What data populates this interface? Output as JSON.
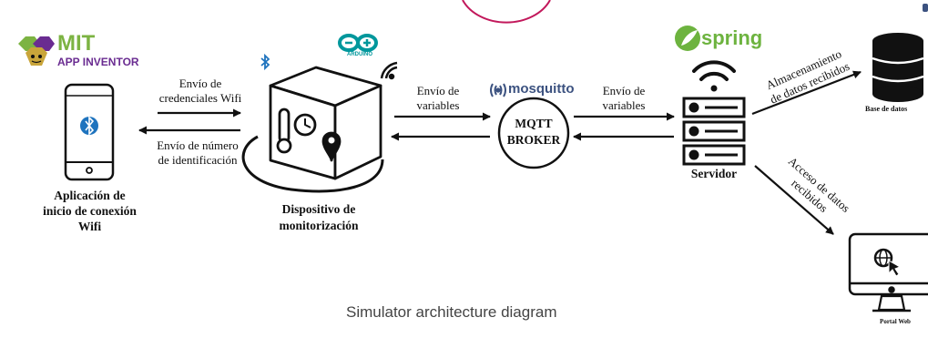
{
  "logos": {
    "mit_line1": "MIT",
    "mit_line2": "APP INVENTOR",
    "arduino": "ARDUINO",
    "mosquitto": "mosquitto",
    "spring": "spring"
  },
  "nodes": {
    "app_caption": [
      "Aplicación de",
      "inicio de conexión",
      "Wifi"
    ],
    "device_caption": [
      "Dispositivo de",
      "monitorización"
    ],
    "broker_label": [
      "MQTT",
      "BROKER"
    ],
    "server_caption": "Servidor",
    "database_caption": "Base de datos",
    "portal_caption": "Portal Web"
  },
  "edges": {
    "app_to_device": [
      "Envío de",
      "credenciales Wifi"
    ],
    "device_to_app": [
      "Envío de número",
      "de identificación"
    ],
    "device_to_broker": [
      "Envío de",
      "variables"
    ],
    "broker_to_server": [
      "Envío de",
      "variables"
    ],
    "server_to_db": [
      "Almacenamiento",
      "de datos recibidos"
    ],
    "server_to_portal": [
      "Acceso de datos",
      "recibidos"
    ]
  },
  "caption": "Simulator architecture diagram",
  "colors": {
    "mit_green": "#7cb342",
    "mit_purple": "#6a2c91",
    "arduino_teal": "#00979c",
    "mosquitto_purple": "#3c5280",
    "spring_green": "#6db33f",
    "bluetooth_blue": "#1e73be",
    "ring_red": "#c2185b"
  }
}
